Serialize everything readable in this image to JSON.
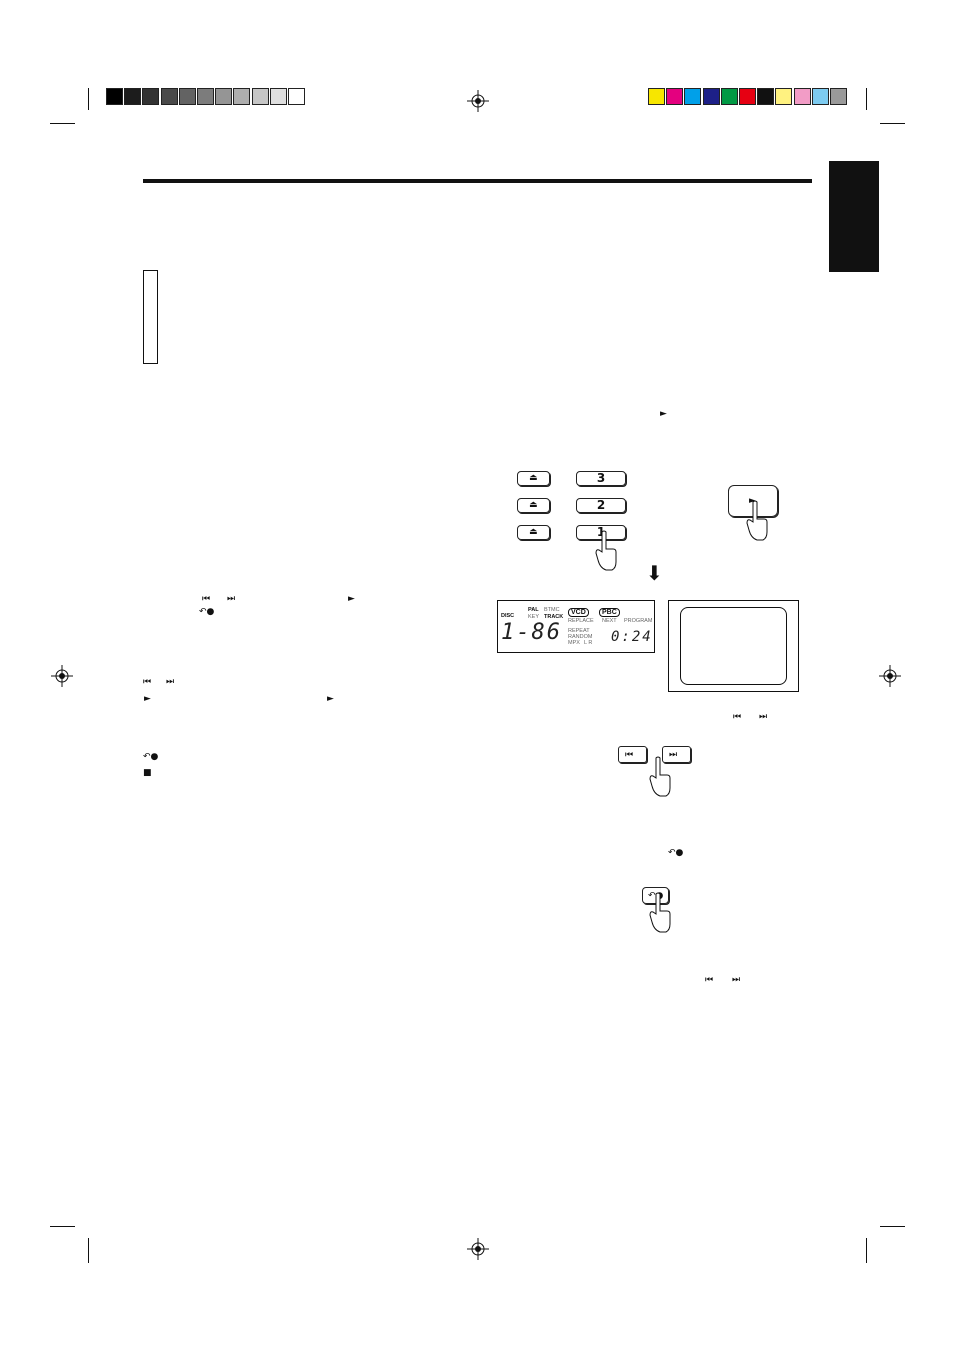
{
  "calibration": {
    "gray_swatches": [
      "#000000",
      "#1c1c1c",
      "#333333",
      "#4a4a4a",
      "#636363",
      "#7c7c7c",
      "#959595",
      "#aeaeae",
      "#c6c6c6",
      "#dfdfdf",
      "#ffffff"
    ],
    "color_swatches": [
      "#f7e600",
      "#e4007f",
      "#00a0e9",
      "#1d2088",
      "#009944",
      "#e60012",
      "#111111",
      "#fff280",
      "#f29cc6",
      "#7dcbf0",
      "#9a9a9a"
    ]
  },
  "icons": {
    "play": "►",
    "prev": "⏮",
    "next": "⏭",
    "stop": "■",
    "eject": "⏏",
    "down_arrow": "⬇",
    "return": "↶●"
  },
  "disc_buttons": [
    "3",
    "2",
    "1"
  ],
  "display_panel": {
    "disc_label": "DISC",
    "pal_label": "PAL",
    "key_label": "KEY",
    "bitmc_label": "BTMC",
    "track_label": "TRACK",
    "vcd_badge": "VCD",
    "pbc_badge": "PBC",
    "replace_label": "REPLACE",
    "next_label": "NEXT",
    "program_label": "PROGRAM",
    "repeat_label": "REPEAT",
    "random_label": "RANDOM",
    "mpx_label": "MPX",
    "lr_label": "L R",
    "disc_track_readout": "1-86",
    "time_readout": "0:24"
  }
}
